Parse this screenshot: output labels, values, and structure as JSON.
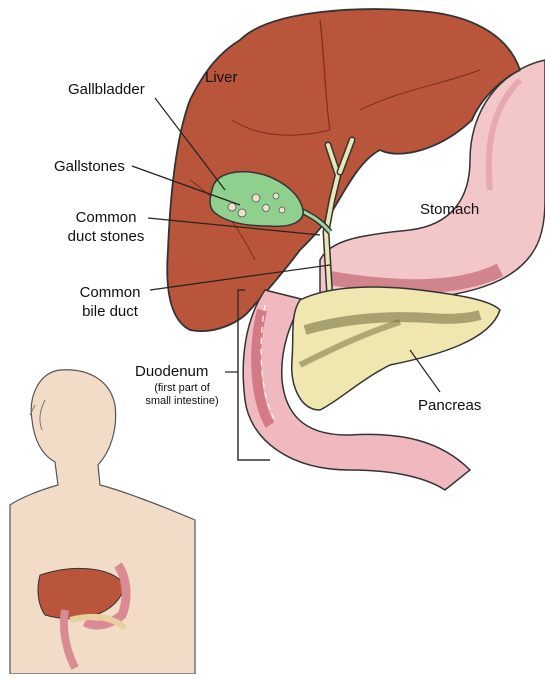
{
  "labels": {
    "liver": "Liver",
    "gallbladder": "Gallbladder",
    "gallstones": "Gallstones",
    "common_duct_stones_1": "Common",
    "common_duct_stones_2": "duct stones",
    "common_bile_duct_1": "Common",
    "common_bile_duct_2": "bile duct",
    "stomach": "Stomach",
    "duodenum": "Duodenum",
    "duodenum_note_1": "(first part of",
    "duodenum_note_2": "small intestine)",
    "pancreas": "Pancreas"
  },
  "colors": {
    "liver": "#b8553a",
    "liver_dark": "#8e3b25",
    "gallbladder": "#8fd08f",
    "stones": "#e8e4c8",
    "stomach": "#f3c6ca",
    "stomach_dark": "#d98a92",
    "pancreas": "#efe6b0",
    "duct": "#e9e6b6",
    "skin": "#f2dcc8"
  }
}
